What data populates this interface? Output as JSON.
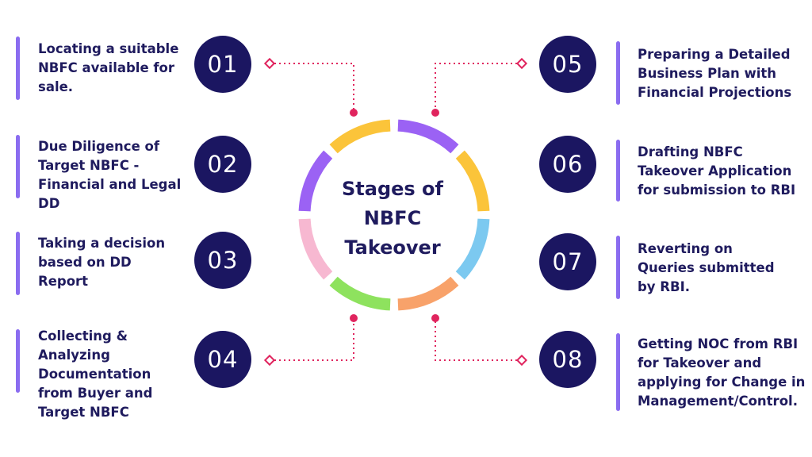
{
  "title": "Stages of\nNBFC\nTakeover",
  "colors": {
    "navy": "#1b1661",
    "text": "#1f1b5e",
    "accent_bar": "#8a6cf0",
    "connector": "#e0245e",
    "ring": [
      "#9b62f4",
      "#fbc43a",
      "#7cc9f0",
      "#f8a26a",
      "#8ee25e",
      "#f7b8d1",
      "#9b62f4",
      "#fbc43a"
    ]
  },
  "steps": [
    {
      "num": "01",
      "text": "Locating a suitable\nNBFC available for\nsale."
    },
    {
      "num": "02",
      "text": "Due Diligence of\nTarget NBFC -\nFinancial and Legal\nDD"
    },
    {
      "num": "03",
      "text": "Taking a decision\nbased on DD\nReport"
    },
    {
      "num": "04",
      "text": "Collecting &\nAnalyzing\nDocumentation\nfrom Buyer and\nTarget NBFC"
    },
    {
      "num": "05",
      "text": "Preparing a Detailed\nBusiness Plan with\nFinancial Projections"
    },
    {
      "num": "06",
      "text": "Drafting NBFC\nTakeover Application\nfor submission to RBI"
    },
    {
      "num": "07",
      "text": "Reverting on\nQueries submitted\nby RBI."
    },
    {
      "num": "08",
      "text": "Getting NOC from RBI\nfor Takeover and\napplying for Change in\nManagement/Control."
    }
  ]
}
